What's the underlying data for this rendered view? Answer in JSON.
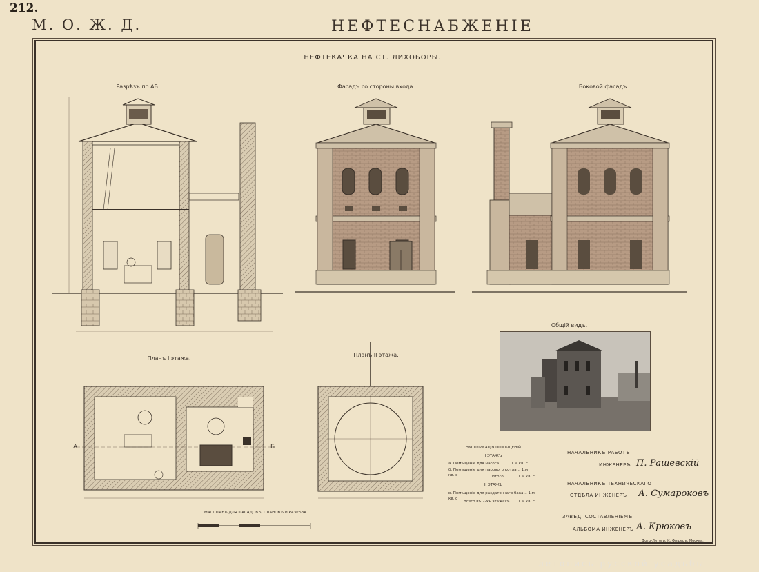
{
  "page_number": "212.",
  "railway_abbr": "М. О. Ж. Д.",
  "main_title": "НЕФТЕСНАБЖЕНІЕ",
  "subtitle": "НЕФТЕКАЧКА НА СТ. ЛИХОБОРЫ.",
  "views": {
    "section": "Разрѣзъ по АБ.",
    "facade_front": "Фасадъ со стороны входа.",
    "facade_side": "Боковой фасадъ.",
    "plan1": "Планъ I этажа.",
    "plan2": "Планъ II этажа.",
    "general_view": "Общій видъ."
  },
  "plan_marks": {
    "a": "А",
    "b": "Б"
  },
  "scale_caption": "МАСШТАБЪ ДЛЯ ФАСАДОВЪ, ПЛАНОВЪ И РАЗРѢЗА",
  "legend": {
    "title": "ЭКСПЛИКАЦІЯ ПОМѢЩЕНІЙ",
    "floor1": "I ЭТАЖЪ",
    "row1": "а. Помѣщеніе для насоса ........ 1.м кв. с",
    "row2": "б. Помѣщеніе для парового котла .. 1.м кв. с",
    "total1": "Итого .......... 1.м кв. с",
    "floor2": "II ЭТАЖЪ",
    "row3": "в. Помѣщеніе для раздаточнаго бака .. 1.м кв. с",
    "total2": "Всего въ 2-хъ этажахъ ..... 1.м кв. с"
  },
  "signatures": {
    "works_chief": "НАЧАЛЬНИКЪ РАБОТЪ",
    "engineer1_title": "ИНЖЕНЕРЪ",
    "engineer1_name": "П. Рашевскій",
    "tech_chief": "НАЧАЛЬНИКЪ ТЕХНИЧЕСКАГО",
    "tech_dept": "ОТДѢЛА ИНЖЕНЕРЪ",
    "engineer2_name": "А. Сумароковъ",
    "album_head": "ЗАВѢД. СОСТАВЛЕНІЕМЪ",
    "album_engineer": "АЛЬБОМА ИНЖЕНЕРЪ",
    "engineer3_name": "А. Крюковъ"
  },
  "printer": "Фото-Литогр. К. Фишеръ. Москва.",
  "watermark": "летопись русской усадьбы",
  "colors": {
    "paper": "#efe3c8",
    "ink": "#3a3129",
    "brick": "#b79b84",
    "plaster": "#cfc1a8"
  }
}
